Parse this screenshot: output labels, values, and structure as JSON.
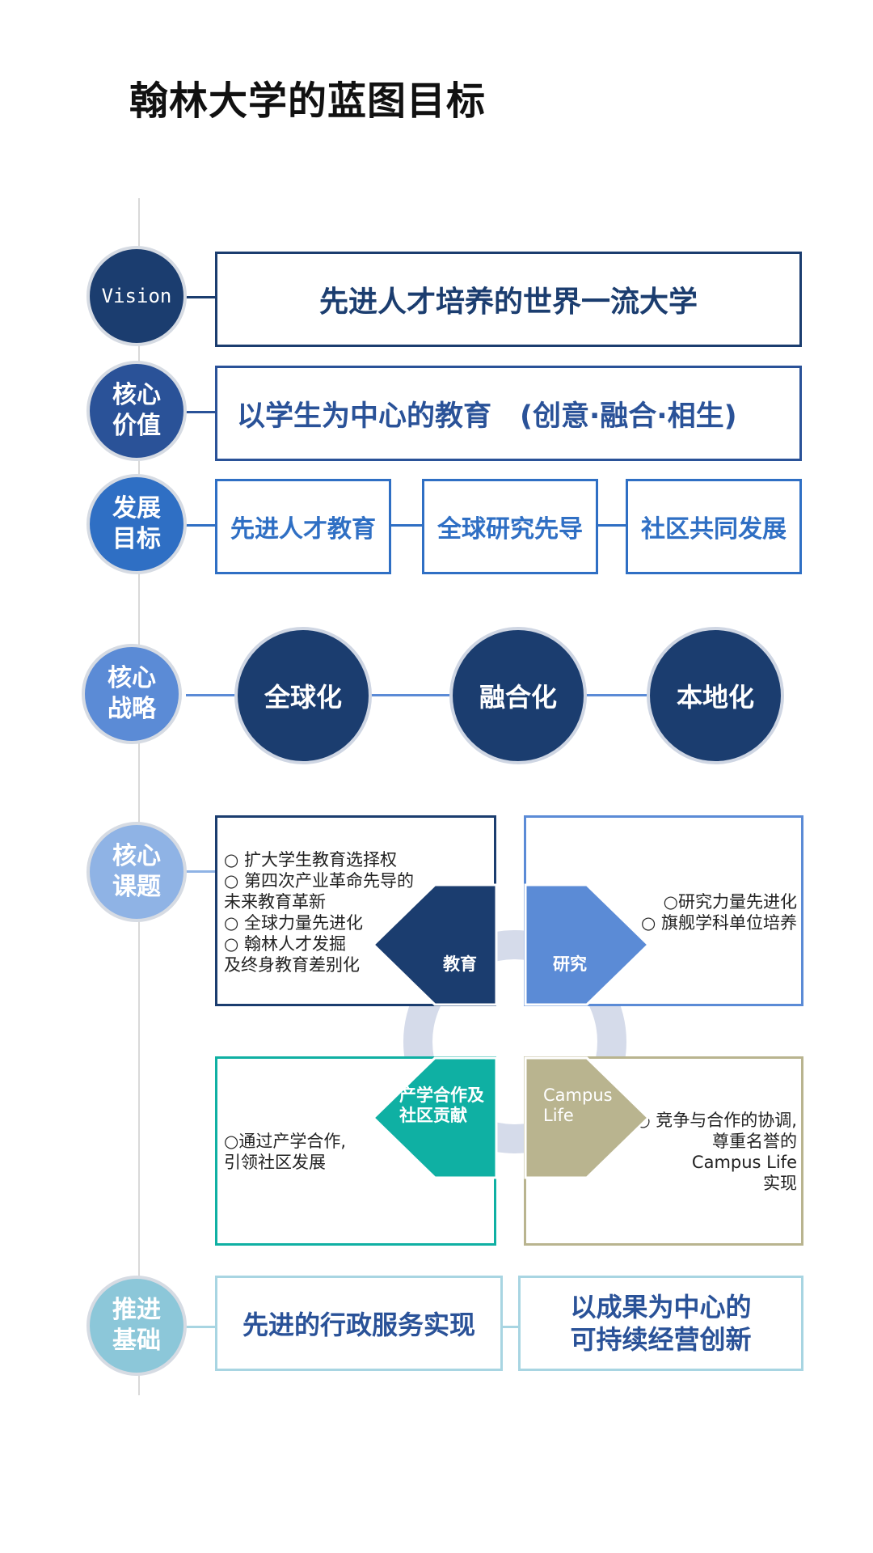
{
  "title": "翰林大学的蓝图目标",
  "labels": {
    "vision": "Vision",
    "core_value": "核心价值",
    "dev_goal": "发展目标",
    "core_strategy": "核心战略",
    "core_topics": "核心课题",
    "foundation": "推进基础"
  },
  "vision_text": "先进人才培养的世界一流大学",
  "core_value_text": "以学生为中心的教育　(创意·融合·相生)",
  "goals": [
    "先进人才教育",
    "全球研究先导",
    "社区共同发展"
  ],
  "strategies": [
    "全球化",
    "融合化",
    "本地化"
  ],
  "topics": {
    "education": {
      "name": "教育",
      "items": [
        "○ 扩大学生教育选择权",
        "○ 第四次产业革命先导的",
        "未来教育革新",
        "○ 全球力量先进化",
        "○ 翰林人才发掘",
        "及终身教育差别化"
      ]
    },
    "research": {
      "name": "研究",
      "items": [
        "○研究力量先进化",
        "○ 旗舰学科单位培养"
      ]
    },
    "industry": {
      "name": "产学合作及社区贡献",
      "items": [
        "○通过产学合作,",
        "引领社区发展"
      ]
    },
    "campus": {
      "name": "Campus Life",
      "items": [
        "○ 竞争与合作的协调,",
        "尊重名誉的",
        "Campus Life",
        "实现"
      ]
    }
  },
  "foundations": [
    "先进的行政服务实现",
    "以成果为中心的可持续经营创新"
  ],
  "colors": {
    "navy": "#1b3d6f",
    "blue": "#2f6fc4",
    "mid_blue": "#5b8bd6",
    "light_blue": "#8fb3e5",
    "teal": "#0fb0a3",
    "khaki": "#b9b48f",
    "pale": "#8cc7d9"
  }
}
